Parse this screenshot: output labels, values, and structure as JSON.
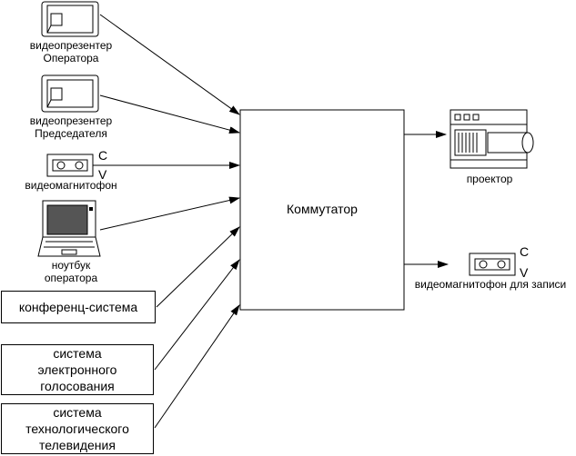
{
  "switcher": {
    "label": "Коммутатор"
  },
  "sources": {
    "presenter_operator": {
      "line1": "видеопрезентер",
      "line2": "Оператора"
    },
    "presenter_chair": {
      "line1": "видеопрезентер",
      "line2": "Председателя"
    },
    "vcr_in": {
      "label": "видеомагнитофон",
      "sig_c": "C",
      "sig_v": "V"
    },
    "laptop": {
      "line1": "ноутбук",
      "line2": "оператора"
    },
    "conference": {
      "label": "конференц-система"
    },
    "voting": {
      "line1": "система",
      "line2": "электронного",
      "line3": "голосования"
    },
    "tv": {
      "line1": "система",
      "line2": "технологического",
      "line3": "телевидения"
    }
  },
  "outputs": {
    "projector": {
      "label": "проектор"
    },
    "vcr_out": {
      "label": "видеомагнитофон для записи",
      "sig_c": "C",
      "sig_v": "V"
    }
  }
}
